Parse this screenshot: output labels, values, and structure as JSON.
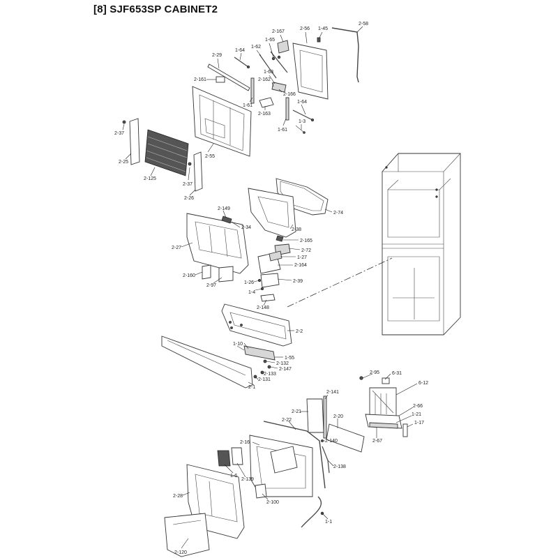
{
  "title": "[8] SJF653SP CABINET2",
  "parts": [
    {
      "id": "2-167"
    },
    {
      "id": "2-56"
    },
    {
      "id": "1-45"
    },
    {
      "id": "2-58"
    },
    {
      "id": "1-65"
    },
    {
      "id": "1-62"
    },
    {
      "id": "1-64"
    },
    {
      "id": "2-29"
    },
    {
      "id": "2-161"
    },
    {
      "id": "1-63"
    },
    {
      "id": "2-162"
    },
    {
      "id": "2-166"
    },
    {
      "id": "1-61"
    },
    {
      "id": "2-163"
    },
    {
      "id": "1-64"
    },
    {
      "id": "1-3"
    },
    {
      "id": "1-61"
    },
    {
      "id": "2-37"
    },
    {
      "id": "2-25"
    },
    {
      "id": "2-55"
    },
    {
      "id": "2-125"
    },
    {
      "id": "2-37"
    },
    {
      "id": "2-26"
    },
    {
      "id": "2-74"
    },
    {
      "id": "2-149"
    },
    {
      "id": "2-34"
    },
    {
      "id": "2-38"
    },
    {
      "id": "2-165"
    },
    {
      "id": "2-27"
    },
    {
      "id": "2-72"
    },
    {
      "id": "1-27"
    },
    {
      "id": "2-164"
    },
    {
      "id": "2-160"
    },
    {
      "id": "2-97"
    },
    {
      "id": "1-26"
    },
    {
      "id": "2-39"
    },
    {
      "id": "1-4"
    },
    {
      "id": "2-148"
    },
    {
      "id": "2-2"
    },
    {
      "id": "1-10"
    },
    {
      "id": "1-55"
    },
    {
      "id": "2-132"
    },
    {
      "id": "2-147"
    },
    {
      "id": "2-133"
    },
    {
      "id": "2-131"
    },
    {
      "id": "2-1"
    },
    {
      "id": "2-95"
    },
    {
      "id": "6-31"
    },
    {
      "id": "6-12"
    },
    {
      "id": "2-141"
    },
    {
      "id": "2-21"
    },
    {
      "id": "2-66"
    },
    {
      "id": "1-21"
    },
    {
      "id": "2-22"
    },
    {
      "id": "2-20"
    },
    {
      "id": "1-17"
    },
    {
      "id": "2-67"
    },
    {
      "id": "2-16"
    },
    {
      "id": "2-140"
    },
    {
      "id": "2-138"
    },
    {
      "id": "1-6"
    },
    {
      "id": "2-139"
    },
    {
      "id": "2-28"
    },
    {
      "id": "2-100"
    },
    {
      "id": "1-1"
    },
    {
      "id": "2-120"
    }
  ]
}
